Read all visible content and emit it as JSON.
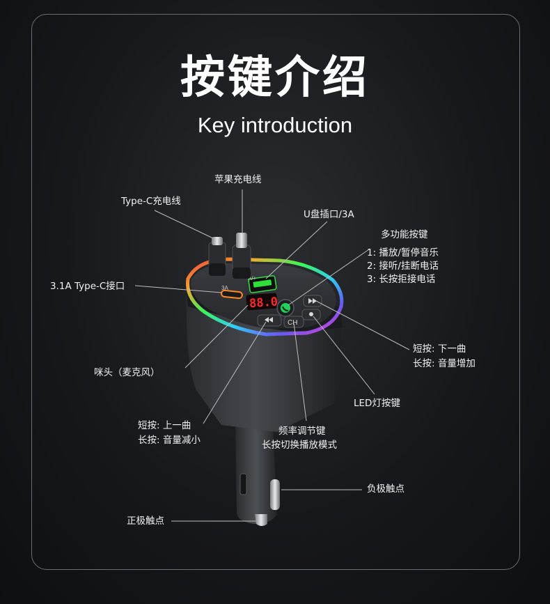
{
  "title": "按键介绍",
  "subtitle": "Key introduction",
  "display_value": "88.0",
  "port_labels": {
    "left": "3A",
    "right": "A/+"
  },
  "button_labels": {
    "ch": "CH"
  },
  "labels": {
    "lightning_cable": "苹果充电线",
    "typec_cable": "Type-C充电线",
    "usb_port": "U盘插口/3A",
    "multifunction_title": "多功能按键",
    "multifunction_1": "1:  播放/暂停音乐",
    "multifunction_2": "2:  接听/挂断电话",
    "multifunction_3": "3:  长按拒接电话",
    "typec_port": "3.1A Type-C接口",
    "next_short": "短按:  下一曲",
    "next_long": "长按:  音量增加",
    "microphone": "咪头（麦克风）",
    "led_button": "LED灯按键",
    "prev_short": "短按:  上一曲",
    "prev_long": "长按:  音量减小",
    "freq_1": "频率调节键",
    "freq_2": "长按切换播放模式",
    "negative": "负极触点",
    "positive": "正极触点"
  },
  "colors": {
    "background": "#17181b",
    "frame": "#6b6d72",
    "display": "#ff2a2a",
    "usb": "#2fe03a",
    "typec_port": "#ff8a1e",
    "call_button": "#1fd35a"
  }
}
